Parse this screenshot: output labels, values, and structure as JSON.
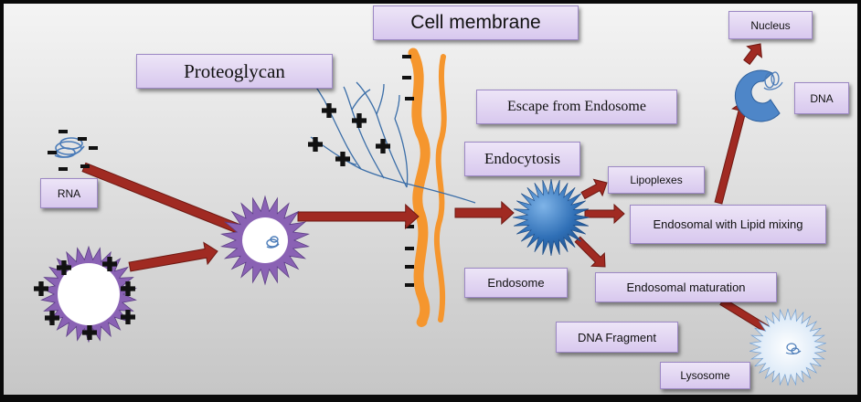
{
  "labels": {
    "cell_membrane": "Cell membrane",
    "proteoglycan": "Proteoglycan",
    "rna": "RNA",
    "escape_from_endosome": "Escape from Endosome",
    "endocytosis": "Endocytosis",
    "lipoplexes": "Lipoplexes",
    "endosomal_lipid_mixing": "Endosomal with Lipid mixing",
    "endosome": "Endosome",
    "endosomal_maturation": "Endosomal maturation",
    "dna_fragment": "DNA Fragment",
    "lysosome": "Lysosome",
    "nucleus": "Nucleus",
    "dna": "DNA"
  },
  "colors": {
    "background_top": "#f4f4f4",
    "background_bottom": "#c8c8c8",
    "label_fill": "#e2d6f2",
    "label_border": "#9c88c4",
    "arrow_fill": "#a02a22",
    "arrow_stroke": "#6e1812",
    "membrane": "#f5962e",
    "purple_spike": "#8a62b4",
    "blue_spike": "#2f6fb6",
    "branch": "#3b6ea8",
    "charge": "#111111"
  },
  "icons": [
    "negative-charge-icon",
    "positive-charge-icon",
    "rna-coil-icon",
    "dna-coil-icon"
  ]
}
